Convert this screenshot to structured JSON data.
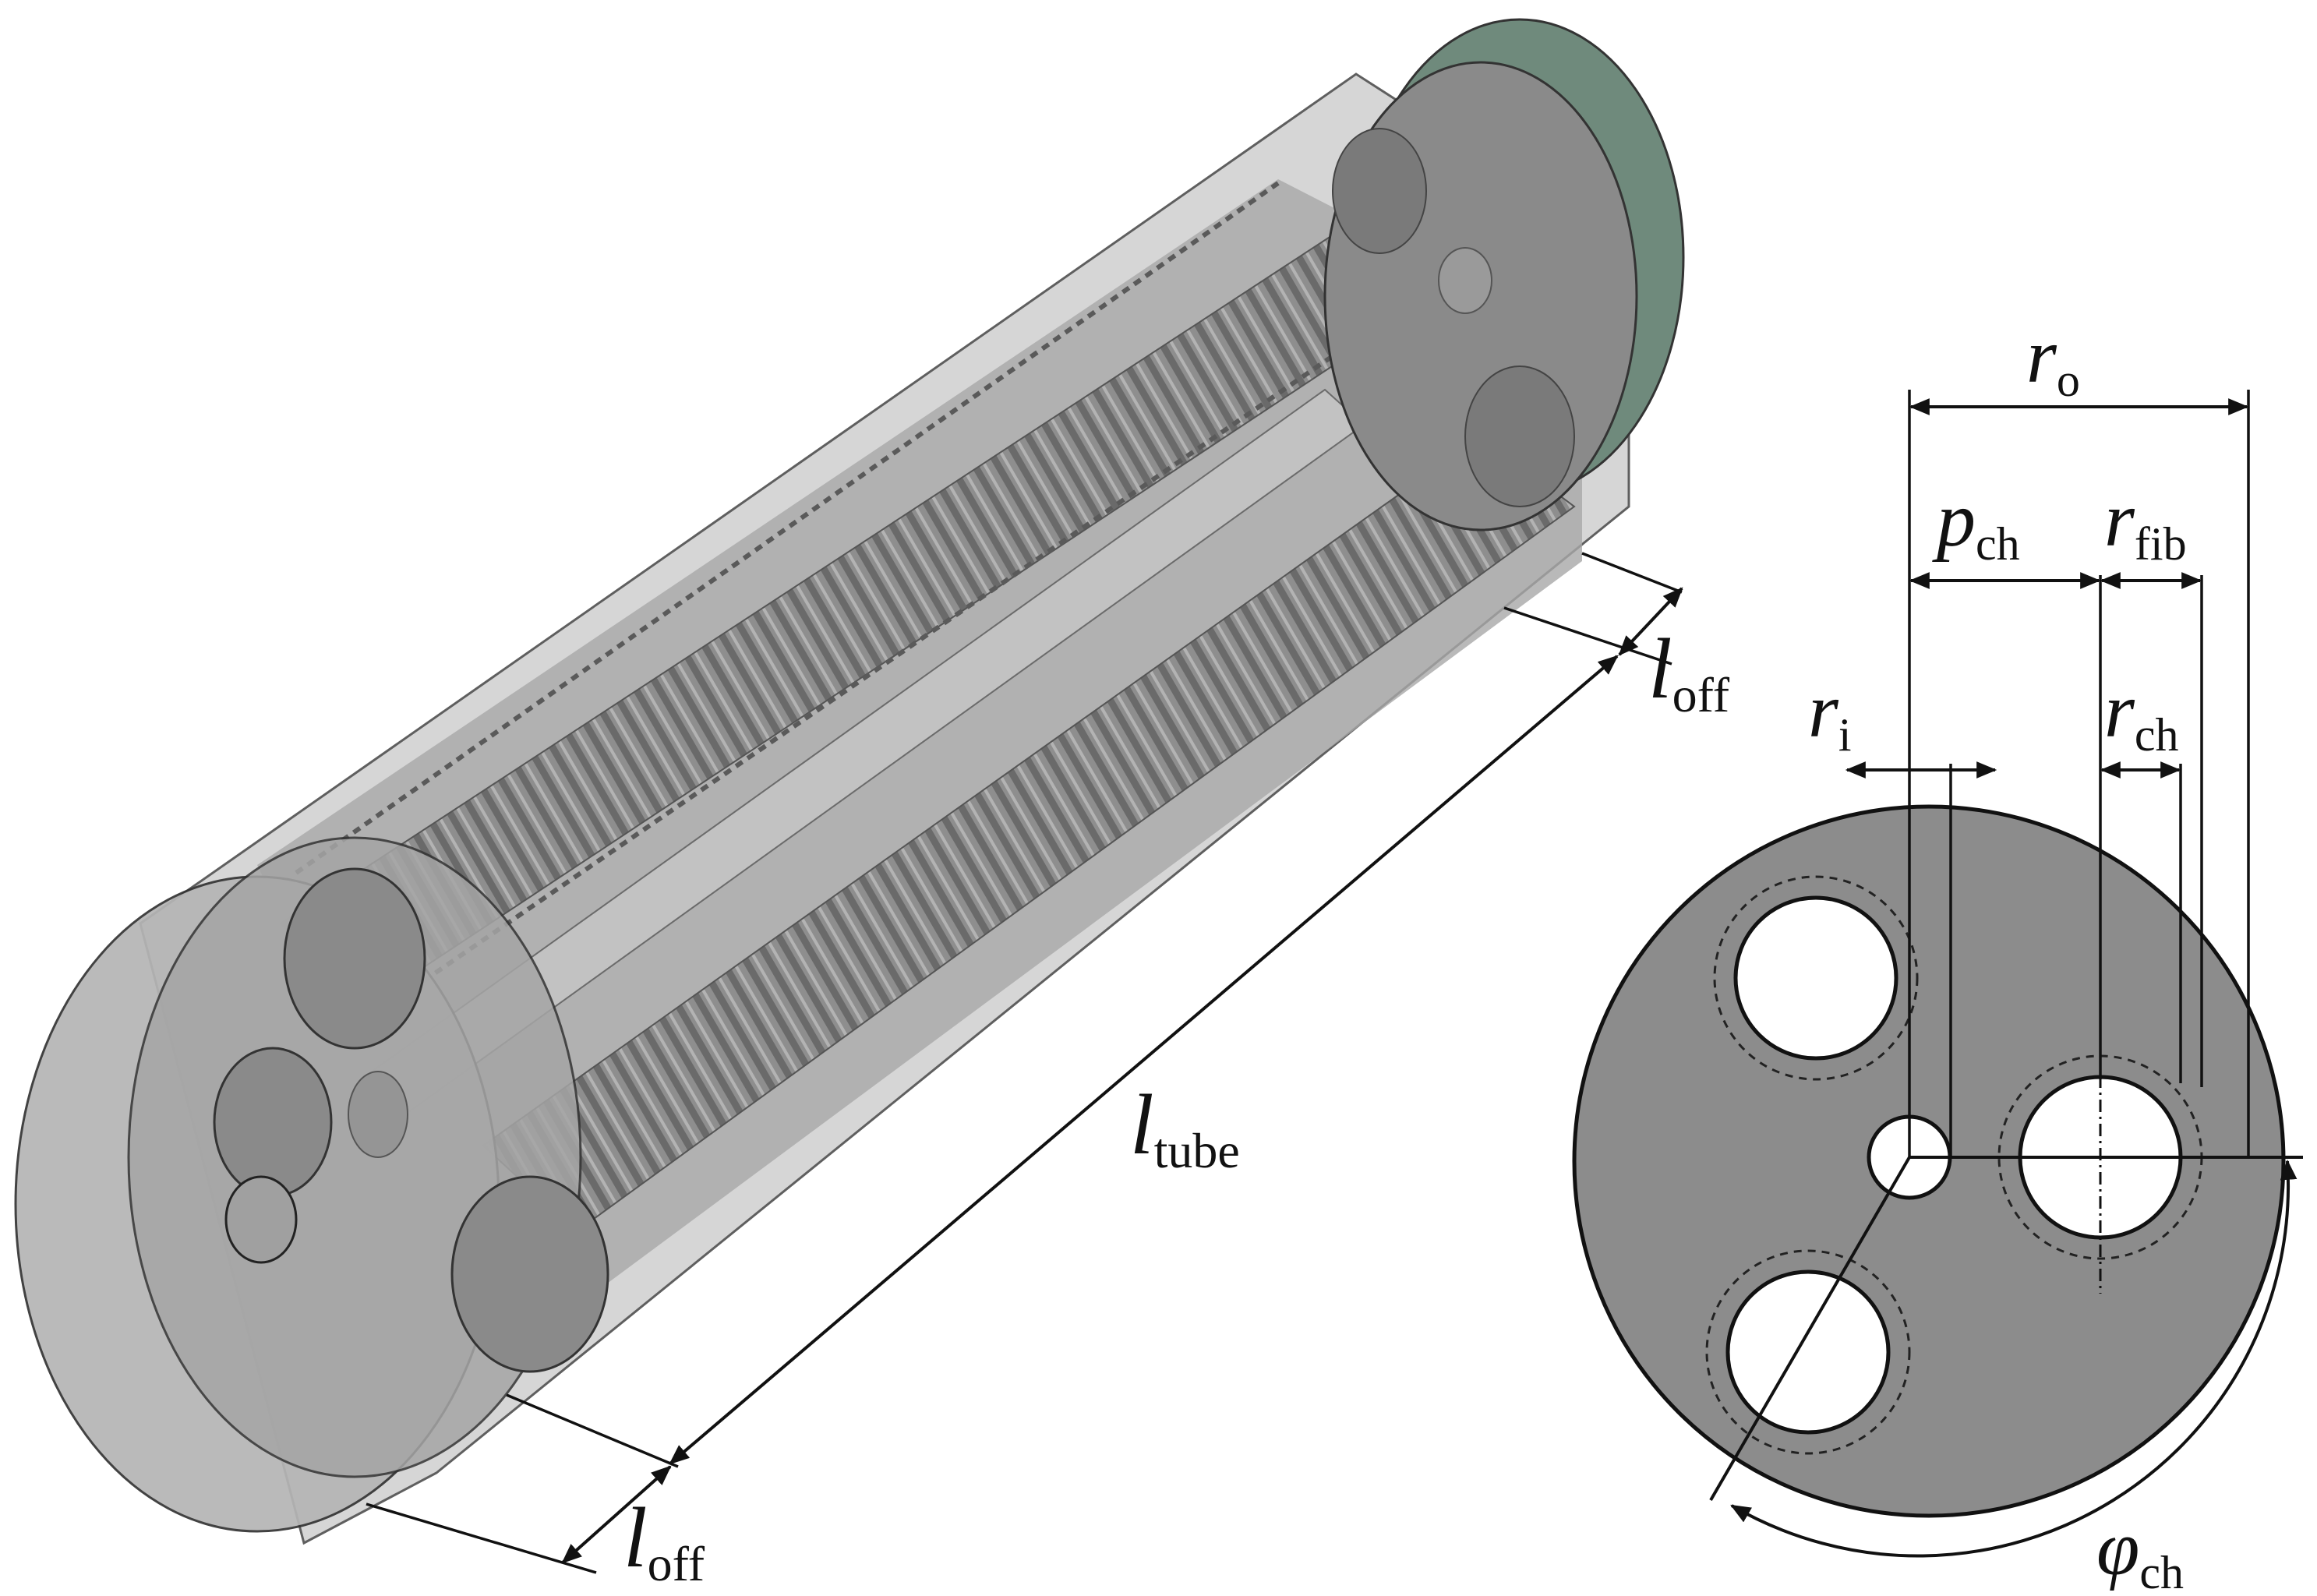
{
  "labels": {
    "l_tube": {
      "main": "l",
      "sub": "tube"
    },
    "l_off_top": {
      "main": "l",
      "sub": "off"
    },
    "l_off_bottom": {
      "main": "l",
      "sub": "off"
    },
    "r_o": {
      "main": "r",
      "sub": "o"
    },
    "p_ch": {
      "main": "p",
      "sub": "ch"
    },
    "r_fib": {
      "main": "r",
      "sub": "fib"
    },
    "r_i": {
      "main": "r",
      "sub": "i"
    },
    "r_ch": {
      "main": "r",
      "sub": "ch"
    },
    "phi_ch": {
      "main": "φ",
      "sub": "ch"
    }
  },
  "colors": {
    "body_gray": "#9a9a9a",
    "cross_section_fill": "#8c8c8c",
    "end_cap_green": "#6f8a7c",
    "line": "#111111"
  }
}
